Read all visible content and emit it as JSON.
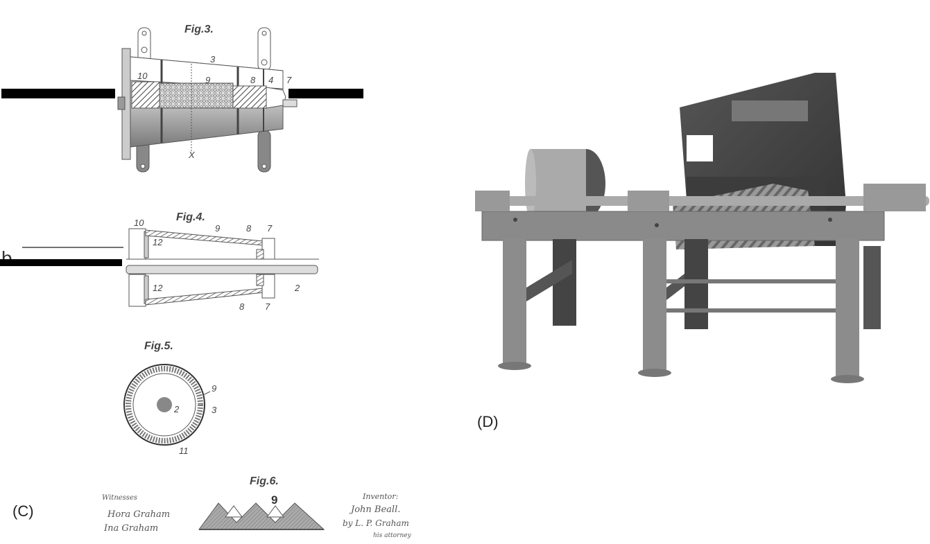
{
  "panels": {
    "c_label": "(C)",
    "d_label": "(D)"
  },
  "fig3": {
    "title": "Fig.3.",
    "labels": {
      "n3": "3",
      "n10": "10",
      "n9": "9",
      "n8": "8",
      "n4": "4",
      "n7": "7",
      "x": "X"
    }
  },
  "fig4": {
    "title": "Fig.4.",
    "labels": {
      "n10": "10",
      "n9": "9",
      "n8_top": "8",
      "n7_top": "7",
      "n12_top": "12",
      "n12_bottom": "12",
      "n2": "2",
      "n8_bottom": "8",
      "n7_bottom": "7"
    }
  },
  "fig5": {
    "title": "Fig.5.",
    "labels": {
      "n9": "9",
      "n3": "3",
      "n2": "2",
      "n11": "11"
    }
  },
  "fig6": {
    "title": "Fig.6.",
    "labels": {
      "n9": "9"
    }
  },
  "signatures": {
    "witnesses_heading": "Witnesses",
    "witness_1": "Hora Graham",
    "witness_2": "Ina Graham",
    "inventor_heading": "Inventor:",
    "inventor_name": "John Beall.",
    "attorney_line": "by L. P. Graham",
    "attorney_role": "his attorney"
  },
  "photo": {
    "description": "Photograph of machine on trestle frame with drum pulley and grooved conical rotor"
  }
}
